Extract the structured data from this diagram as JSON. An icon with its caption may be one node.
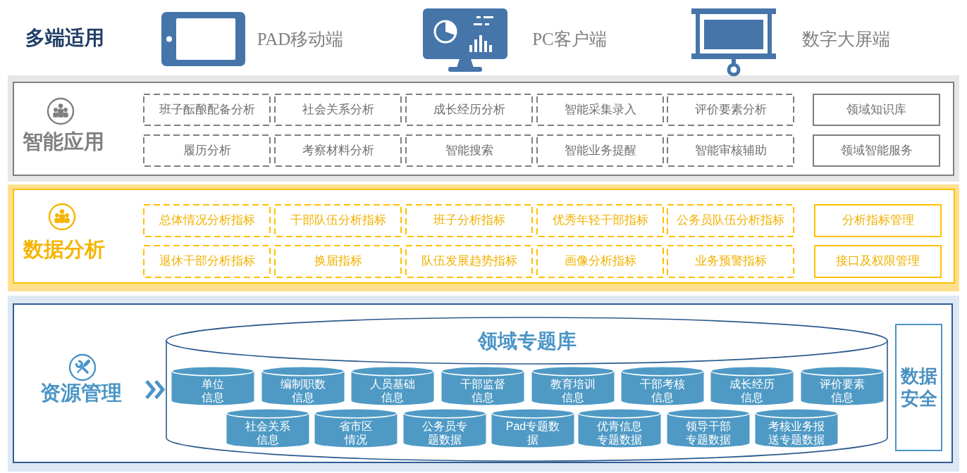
{
  "diagram": {
    "nodes": [
      {
        "text": [
          "智能应用"
        ]
      },
      {
        "text": [
          "班子酝酿配备分析"
        ],
        "in": 0
      },
      {
        "text": [
          "社会关系分析"
        ],
        "in": 0
      },
      {
        "text": [
          "成长经历分析"
        ],
        "in": 0
      },
      {
        "text": [
          "智能采集录入"
        ],
        "in": 0
      },
      {
        "text": [
          "评价要素分析"
        ],
        "in": 0
      },
      {
        "text": [
          "领域知识库"
        ],
        "in": 0
      },
      {
        "text": [
          "履历分析"
        ],
        "in": 0
      },
      {
        "text": [
          "考察材料分析"
        ],
        "in": 0
      },
      {
        "text": [
          "智能搜索"
        ],
        "in": 0
      },
      {
        "text": [
          "智能业务提醒"
        ],
        "in": 0
      },
      {
        "text": [
          "智能审核辅助"
        ],
        "in": 0
      },
      {
        "text": [
          "领域智能服务"
        ],
        "in": 0
      },
      {
        "text": [
          "数据分析"
        ]
      },
      {
        "text": [
          "总体情况分析指标"
        ],
        "in": 13
      },
      {
        "text": [
          "干部队伍分析指标"
        ],
        "in": 13
      },
      {
        "text": [
          "班子分析指标"
        ],
        "in": 13
      },
      {
        "text": [
          "优秀年轻干部指标"
        ],
        "in": 13
      },
      {
        "text": [
          "公务员队伍分析指标"
        ],
        "in": 13
      },
      {
        "text": [
          "分析指标管理"
        ],
        "in": 13
      },
      {
        "text": [
          "退休干部分析指标"
        ],
        "in": 13
      },
      {
        "text": [
          "换届指标"
        ],
        "in": 13
      },
      {
        "text": [
          "队伍发展趋势指标"
        ],
        "in": 13
      },
      {
        "text": [
          "画像分析指标"
        ],
        "in": 13
      },
      {
        "text": [
          "业务预警指标"
        ],
        "in": 13
      },
      {
        "text": [
          "接口及权限管理"
        ],
        "in": 13
      },
      {
        "text": [
          "资源管理"
        ]
      },
      {
        "text": [
          "领域专题库"
        ],
        "in": 26
      },
      {
        "text": [
          "单位信息"
        ],
        "in": 27
      },
      {
        "text": [
          "编制职数信息"
        ],
        "in": 27
      },
      {
        "text": [
          "人员基础信息"
        ],
        "in": 27
      },
      {
        "text": [
          "干部监督信息"
        ],
        "in": 27
      },
      {
        "text": [
          "教育培训信息"
        ],
        "in": 27
      },
      {
        "text": [
          "干部考核信息"
        ],
        "in": 27
      },
      {
        "text": [
          "成长经历信息"
        ],
        "in": 27
      },
      {
        "text": [
          "评价要素信息"
        ],
        "in": 27
      },
      {
        "text": [
          "社会关系信息"
        ],
        "in": 27
      },
      {
        "text": [
          "省市区情况"
        ],
        "in": 27
      },
      {
        "text": [
          "公务员专题数据"
        ],
        "in": 27
      },
      {
        "text": [
          "Pad专题数据"
        ],
        "in": 27
      },
      {
        "text": [
          "优青信息专题数据"
        ],
        "in": 27
      },
      {
        "text": [
          "领导干部专题数据"
        ],
        "in": 27
      },
      {
        "text": [
          "考核业务报送专题数据"
        ],
        "in": 27
      },
      {
        "text": [
          "数据安全"
        ],
        "in": 26
      }
    ],
    "edges": [
      {
        "from": null,
        "to": 27,
        "arrow": "to"
      }
    ],
    "labels": [
      "多端适用",
      "PAD移动端",
      "PC客户端",
      "数字大屏端"
    ]
  }
}
